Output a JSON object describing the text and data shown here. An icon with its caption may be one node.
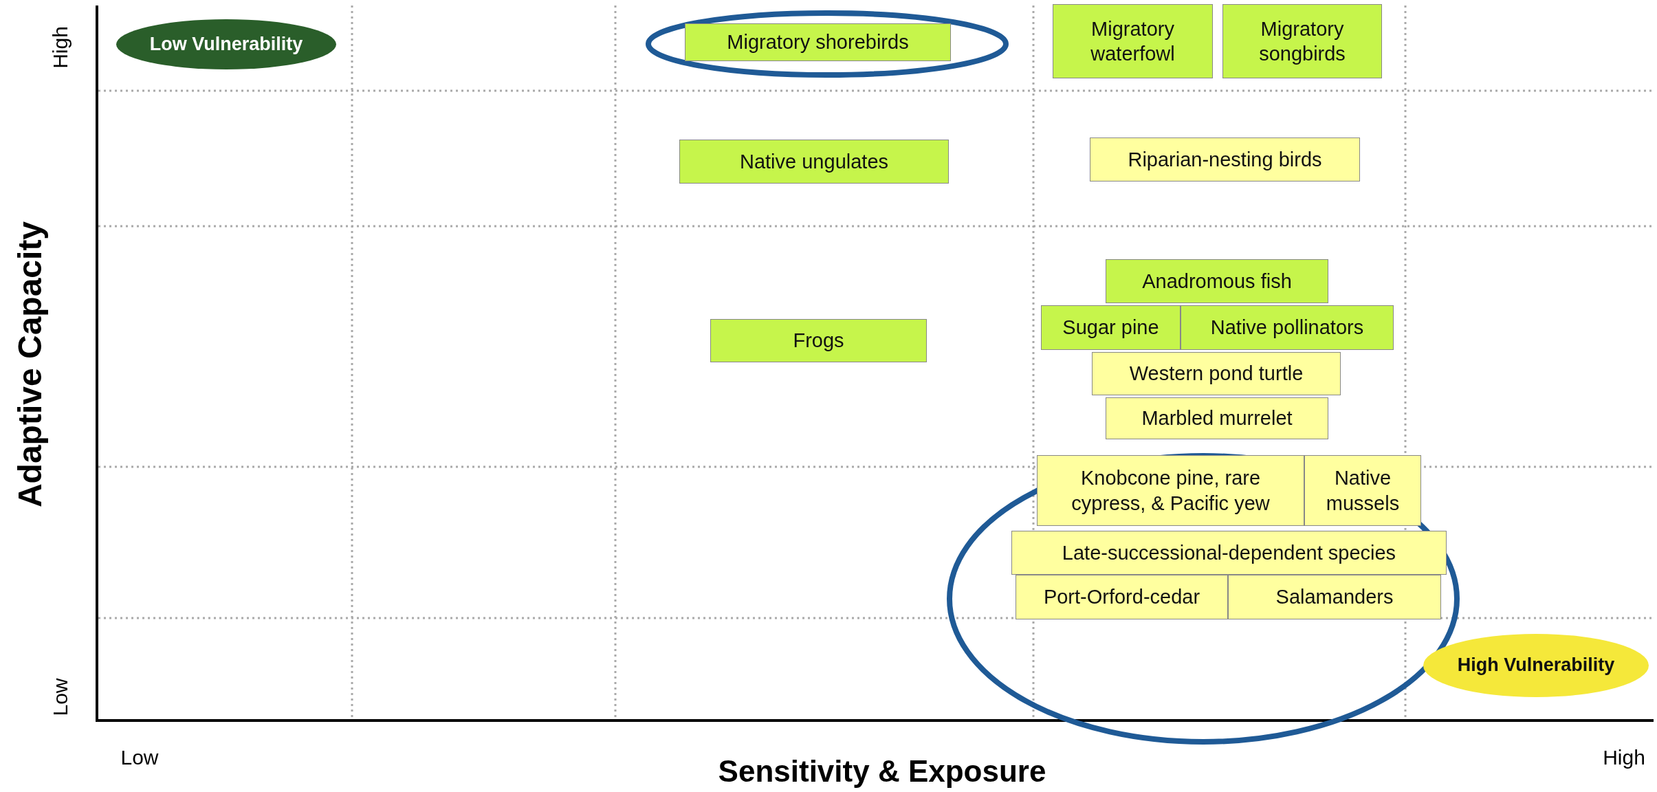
{
  "diagram": {
    "nodes": [
      {
        "text": [
          "Low Vulnerability"
        ]
      },
      {
        "text": [
          "Migratory shorebirds"
        ]
      },
      {
        "text": [
          "Migratory waterfowl"
        ]
      },
      {
        "text": [
          "Migratory songbirds"
        ]
      },
      {
        "text": [
          "Native ungulates"
        ]
      },
      {
        "text": [
          "Riparian-nesting birds"
        ]
      },
      {
        "text": [
          "Anadromous fish"
        ]
      },
      {
        "text": [
          "Frogs"
        ]
      },
      {
        "text": [
          "Sugar pine"
        ]
      },
      {
        "text": [
          "Native pollinators"
        ]
      },
      {
        "text": [
          "Western pond turtle"
        ]
      },
      {
        "text": [
          "Marbled murrelet"
        ]
      },
      {
        "text": [
          "Knobcone pine, rare cypress, & Pacific yew"
        ]
      },
      {
        "text": [
          "Native mussels"
        ]
      },
      {
        "text": [
          "Late-successional-dependent species"
        ]
      },
      {
        "text": [
          "Port-Orford-cedar"
        ]
      },
      {
        "text": [
          "Salamanders"
        ]
      },
      {
        "text": [
          "High Vulnerability"
        ]
      }
    ],
    "labels": [
      "High",
      "Low",
      "Adaptive Capacity",
      "Low",
      "High",
      "Sensitivity & Exposure"
    ]
  }
}
